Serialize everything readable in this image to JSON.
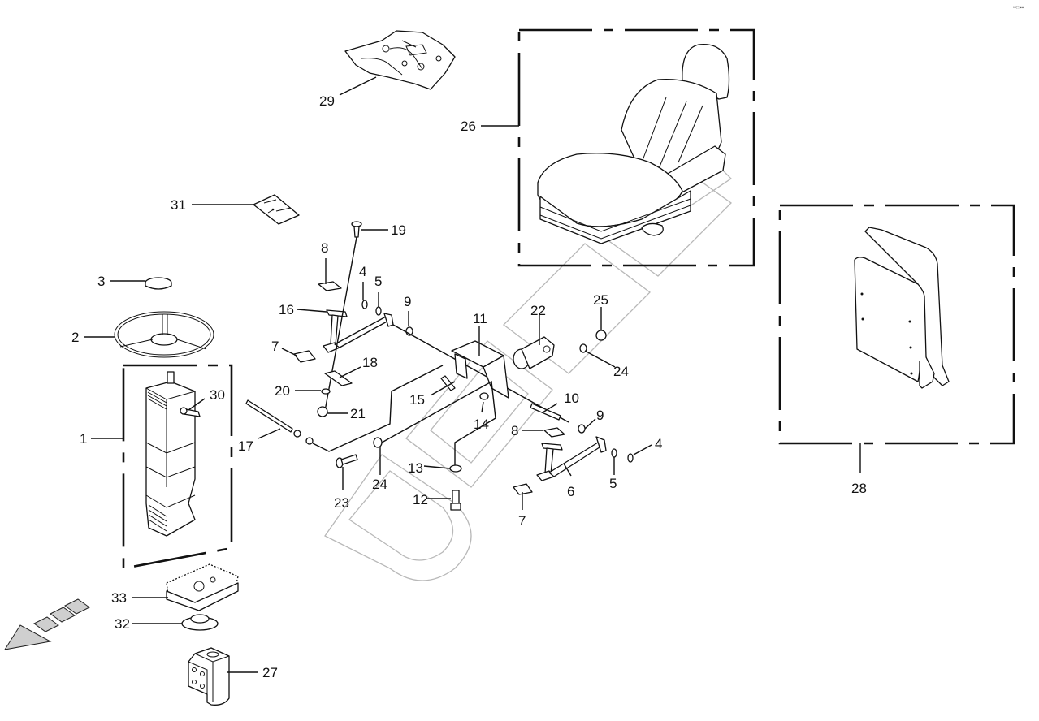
{
  "diagram": {
    "type": "exploded-parts-diagram",
    "subject": "Operator seat, steering column and pedal assembly",
    "corner_mark": "ꟷ□ ▪▪▪",
    "watermark": "DMB",
    "direction_arrow": "front-direction-arrow",
    "labels": [
      {
        "id": "1",
        "part": "steering-column-assembly"
      },
      {
        "id": "2",
        "part": "steering-wheel"
      },
      {
        "id": "3",
        "part": "horn-cap"
      },
      {
        "id": "4",
        "part": "o-ring"
      },
      {
        "id": "5",
        "part": "o-ring"
      },
      {
        "id": "6",
        "part": "pedal-right"
      },
      {
        "id": "7",
        "part": "pedal-pad-clip"
      },
      {
        "id": "8",
        "part": "pedal-rubber-pad"
      },
      {
        "id": "9",
        "part": "bushing"
      },
      {
        "id": "10",
        "part": "pedal-shaft"
      },
      {
        "id": "11",
        "part": "pedal-bracket"
      },
      {
        "id": "12",
        "part": "bolt"
      },
      {
        "id": "13",
        "part": "washer"
      },
      {
        "id": "14",
        "part": "spacer"
      },
      {
        "id": "15",
        "part": "pin"
      },
      {
        "id": "16",
        "part": "pedal-left"
      },
      {
        "id": "17",
        "part": "control-rod"
      },
      {
        "id": "18",
        "part": "plate"
      },
      {
        "id": "19",
        "part": "screw"
      },
      {
        "id": "20",
        "part": "washer"
      },
      {
        "id": "21",
        "part": "nut"
      },
      {
        "id": "22",
        "part": "valve"
      },
      {
        "id": "23",
        "part": "bolt"
      },
      {
        "id": "24",
        "part": "washer"
      },
      {
        "id": "25",
        "part": "nut"
      },
      {
        "id": "26",
        "part": "operator-seat"
      },
      {
        "id": "27",
        "part": "steering-unit"
      },
      {
        "id": "28",
        "part": "auxiliary-seat"
      },
      {
        "id": "29",
        "part": "seat-base-plate"
      },
      {
        "id": "30",
        "part": "fitting"
      },
      {
        "id": "31",
        "part": "bracket"
      },
      {
        "id": "32",
        "part": "coupling"
      },
      {
        "id": "33",
        "part": "gasket-plate"
      }
    ]
  }
}
